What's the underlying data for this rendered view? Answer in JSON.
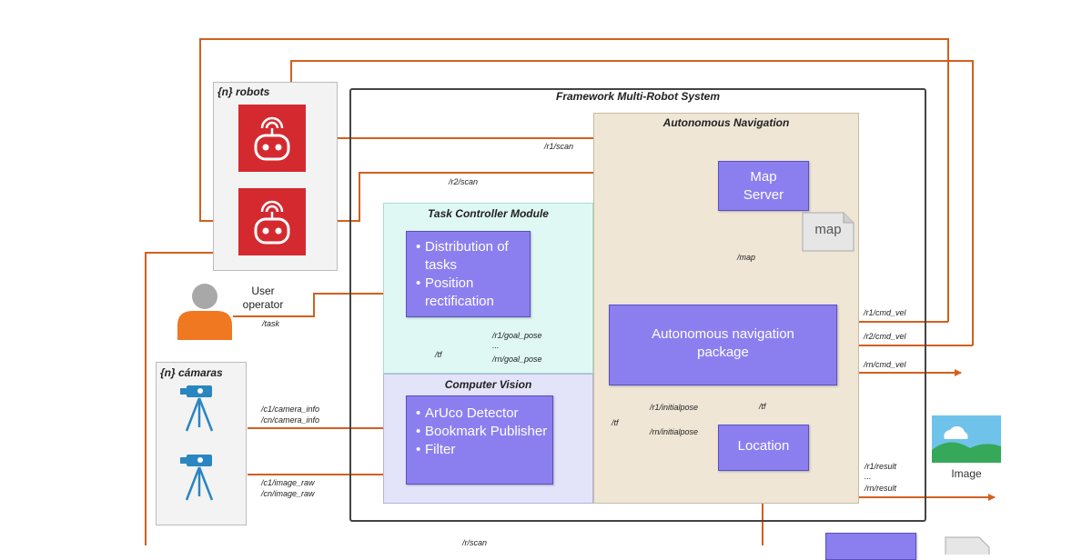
{
  "framework_title": "Framework Multi-Robot System",
  "robots": {
    "title": "{n} robots"
  },
  "cameras": {
    "title": "{n} cámaras"
  },
  "user": {
    "label_line1": "User",
    "label_line2": "operator",
    "topic": "/task"
  },
  "autonomous_navigation": {
    "title": "Autonomous Navigation",
    "map_server": {
      "line1": "Map",
      "line2": "Server"
    },
    "map_doc": "map",
    "package": {
      "line1": "Autonomous navigation",
      "line2": "package"
    },
    "location": "Location"
  },
  "task_controller": {
    "title": "Task Controller Module",
    "items": [
      "Distribution of tasks",
      "Position rectification"
    ]
  },
  "computer_vision": {
    "title": "Computer Vision",
    "items": [
      "ArUco Detector",
      "Bookmark Publisher",
      "Filter"
    ]
  },
  "topics": {
    "r1_scan": "/r1/scan",
    "r2_scan": "/r2/scan",
    "map": "/map",
    "goal_pose_1": "/r1/goal_pose",
    "goal_pose_dots": "...",
    "goal_pose_n": "/rn/goal_pose",
    "tf_tc": "/tf",
    "tf_cv": "/tf",
    "tf_loc": "/tf",
    "initialpose_1": "/r1/initialpose",
    "initialpose_n": "/rn/initialpose",
    "cmd_vel_1": "/r1/cmd_vel",
    "cmd_vel_2": "/r2/cmd_vel",
    "cmd_vel_n": "/rn/cmd_vel",
    "camera_info_1": "/c1/camera_info",
    "camera_info_n": "/cn/camera_info",
    "image_raw_1": "/c1/image_raw",
    "image_raw_n": "/cn/image_raw",
    "result_1": "/r1/result",
    "result_dots": "...",
    "result_n": "/rn/result",
    "bottom_partial": "/r/scan"
  },
  "image_output": {
    "label": "Image"
  },
  "colors": {
    "arrow": "#d2601f",
    "box": "#8b7ff0",
    "robot": "#d42a2f",
    "nav_bg": "#efe6d6",
    "tc_bg": "#dff8f3",
    "cv_bg": "#e3e3fa"
  }
}
